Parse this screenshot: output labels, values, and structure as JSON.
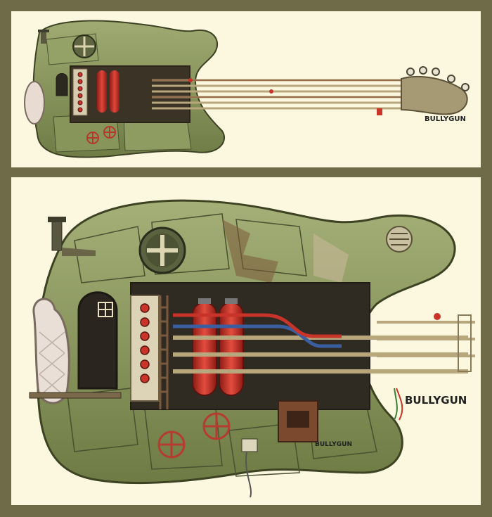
{
  "artwork": {
    "signature_top": "BULLYGUN",
    "signature_bottom": "BULLYGUN",
    "signature_small": "BULLYGUN"
  },
  "colors": {
    "border": "#6f6a47",
    "background": "#fbf8df",
    "body_green": "#8c9a5e",
    "tank_red": "#c8332a",
    "pipe_brass": "#b8a77c",
    "rust": "#8a5a3a"
  }
}
